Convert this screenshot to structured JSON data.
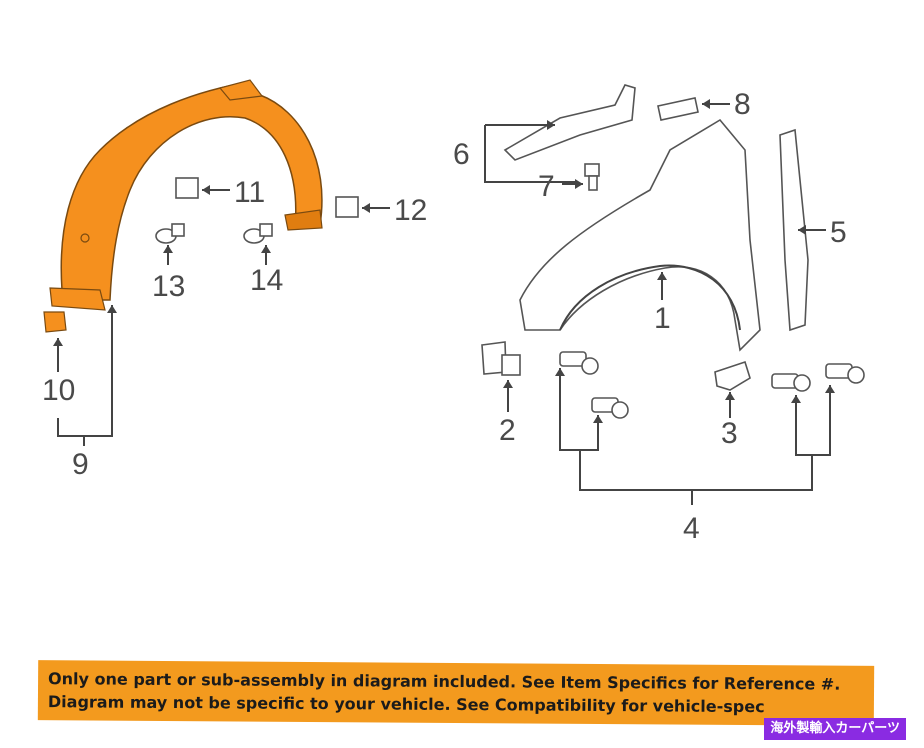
{
  "callouts": {
    "c1": "1",
    "c2": "2",
    "c3": "3",
    "c4": "4",
    "c5": "5",
    "c6": "6",
    "c7": "7",
    "c8": "8",
    "c9": "9",
    "c10": "10",
    "c11": "11",
    "c12": "12",
    "c13": "13",
    "c14": "14"
  },
  "colors": {
    "highlight_part": "#f5901e",
    "banner": "#f39a1e",
    "badge": "#8a2be2"
  },
  "banner": {
    "line1": "Only one part or sub-assembly in diagram included. See Item Specifics for Reference #.",
    "line2": "Diagram may not be specific to your vehicle. See Compatibility for vehicle-spec"
  },
  "badge": {
    "text": "海外製輸入カーパーツ"
  }
}
